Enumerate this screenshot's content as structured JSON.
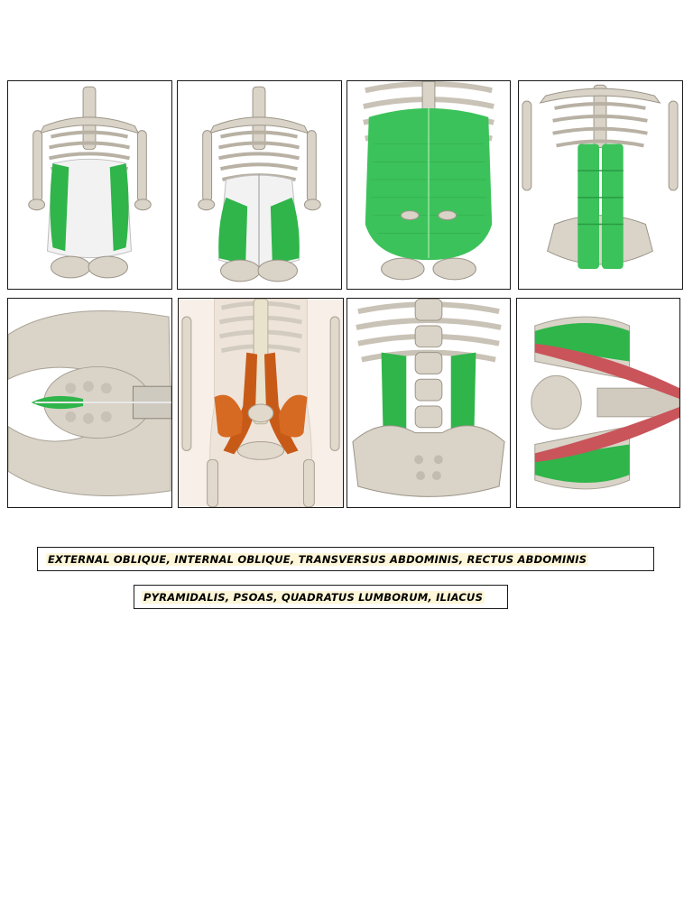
{
  "panels": [
    {
      "id": "external-oblique",
      "muscle": "#2fb54a",
      "view": "torso-front"
    },
    {
      "id": "internal-oblique",
      "muscle": "#2fb54a",
      "view": "torso-front"
    },
    {
      "id": "transversus-abdominis",
      "muscle": "#3cc25a",
      "view": "ribcage-close"
    },
    {
      "id": "rectus-abdominis",
      "muscle": "#3cc25a",
      "view": "torso-front"
    },
    {
      "id": "pyramidalis",
      "muscle": "#2fb54a",
      "view": "pelvis-top"
    },
    {
      "id": "psoas",
      "muscle": "#c85a18",
      "view": "body-front"
    },
    {
      "id": "quadratus-lumborum",
      "muscle": "#2fb54a",
      "view": "lumbar-back"
    },
    {
      "id": "iliacus",
      "muscle": "#2fb54a",
      "view": "pelvis-side"
    }
  ],
  "labels": {
    "row1": "EXTERNAL OBLIQUE, INTERNAL OBLIQUE, TRANSVERSUS ABDOMINIS, RECTUS ABDOMINIS",
    "row2": "PYRAMIDALIS, PSOAS, QUADRATUS LUMBORUM, ILIACUS"
  },
  "colors": {
    "bone": "#d9d3c8",
    "bone_shadow": "#a8a195",
    "muscle_green": "#2fb54a",
    "muscle_orange": "#c85a18",
    "muscle_red": "#c9545a",
    "aponeurosis": "#eeeeee",
    "label_highlight": "#fdf6d8"
  }
}
